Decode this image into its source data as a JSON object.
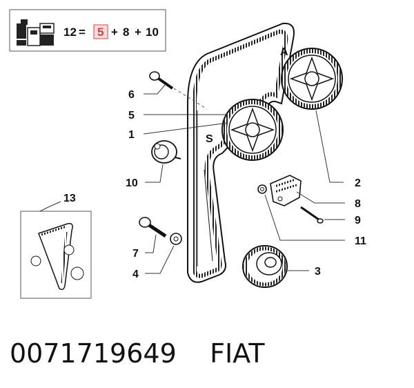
{
  "kit_box": {
    "total": "12",
    "equals": "=",
    "first": "5",
    "plus1": "+",
    "second": "8",
    "plus2": "+",
    "third": "10",
    "highlight_color": "#e06060"
  },
  "callouts": {
    "c1": "1",
    "c2": "2",
    "c3": "3",
    "c4": "4",
    "c5": "5",
    "c6": "6",
    "c7": "7",
    "c8": "8",
    "c9": "9",
    "c10": "10",
    "c11": "11",
    "c13": "13"
  },
  "pulley_letters": {
    "a": "A",
    "s": "S"
  },
  "footer": {
    "part_number": "0071719649",
    "brand": "FIAT"
  },
  "icons": [
    "parts-kit-icon"
  ]
}
